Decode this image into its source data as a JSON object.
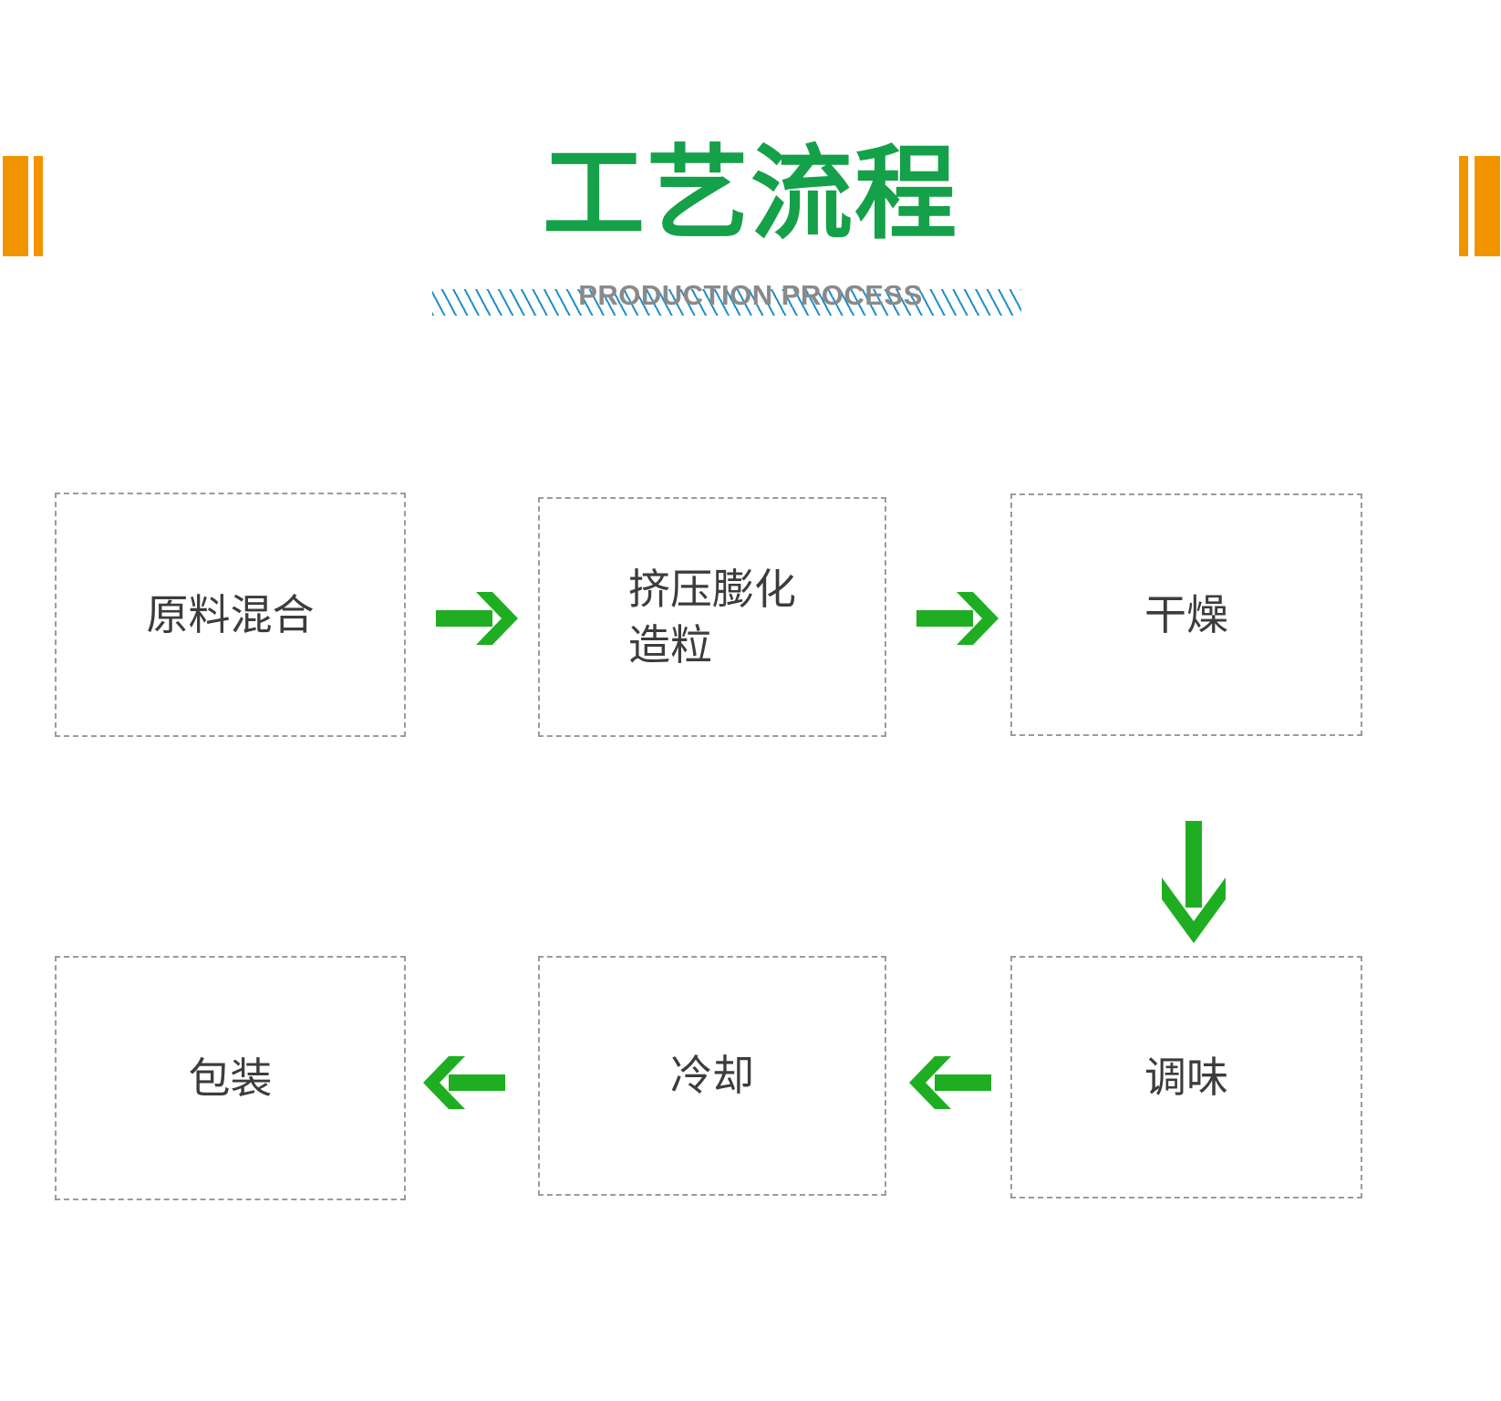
{
  "header": {
    "title": "工艺流程",
    "subtitle": "PRODUCTION PROCESS",
    "title_color": "#15A04A",
    "subtitle_color": "#8A8A8A",
    "deco_color": "#F29400",
    "hatch_color": "#1F8FCB"
  },
  "flow": {
    "arrow_color": "#1FAE22",
    "box_border_color": "#9B9B9B",
    "box_text_color": "#3C3C3C",
    "steps": [
      {
        "id": "raw-mix",
        "label": "原料混合",
        "order": 1
      },
      {
        "id": "extrude",
        "label": "挤压膨化\n造粒",
        "order": 2
      },
      {
        "id": "dry",
        "label": "干燥",
        "order": 3
      },
      {
        "id": "season",
        "label": "调味",
        "order": 4
      },
      {
        "id": "cool",
        "label": "冷却",
        "order": 5
      },
      {
        "id": "package",
        "label": "包装",
        "order": 6
      }
    ],
    "connectors": [
      {
        "id": "arrow-1",
        "direction": "right",
        "from": "raw-mix",
        "to": "extrude"
      },
      {
        "id": "arrow-2",
        "direction": "right",
        "from": "extrude",
        "to": "dry"
      },
      {
        "id": "arrow-down",
        "direction": "down",
        "from": "dry",
        "to": "season"
      },
      {
        "id": "arrow-4",
        "direction": "left",
        "from": "season",
        "to": "cool"
      },
      {
        "id": "arrow-3",
        "direction": "left",
        "from": "cool",
        "to": "package"
      }
    ]
  }
}
